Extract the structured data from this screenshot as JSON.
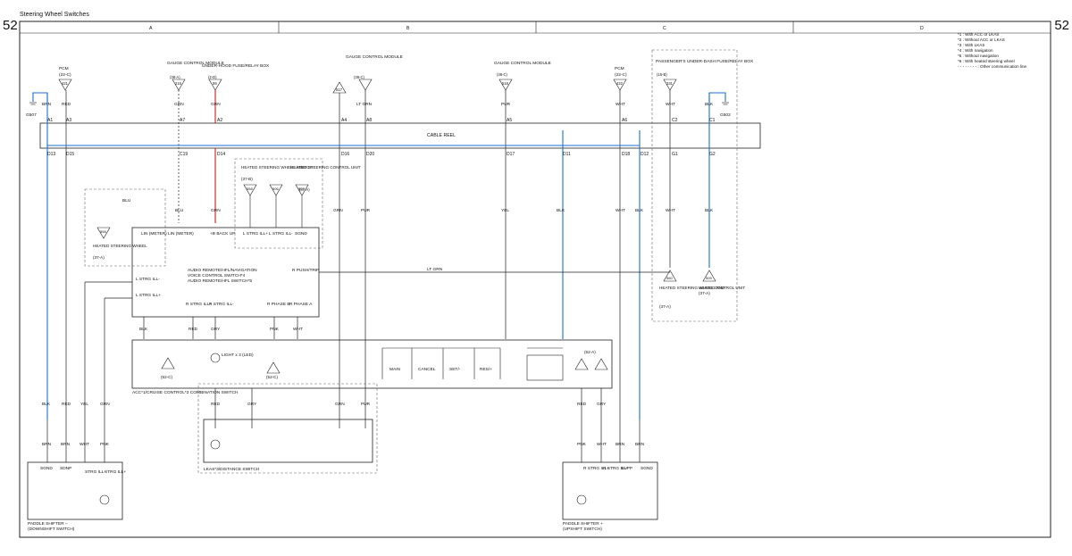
{
  "header": {
    "title": "Steering Wheel Switches",
    "page_left": "52",
    "page_right": "52"
  },
  "columns": [
    "A",
    "B",
    "C",
    "D"
  ],
  "notes": [
    "*1 : With ACC or LKAS",
    "*2 : Without ACC or LKAS",
    "*3 : With LKAS",
    "*4 : With navigation",
    "*5 : Without navigation",
    "*6 : With heated steering wheel",
    "- - - - - - - - : Other communication line"
  ],
  "top_components": [
    {
      "name": "PCM",
      "conn": "(22-C)",
      "pin": "421"
    },
    {
      "name": "GAUGE CONTROL MODULE",
      "conn": "(38-A)",
      "pin": "215"
    },
    {
      "name": "UNDER-HOOD FUSE/RELAY BOX",
      "conn": "(2-D)",
      "pin": "59"
    },
    {
      "name": "GAUGE CONTROL MODULE",
      "conn": "(38-C)",
      "pin": "517"
    },
    {
      "name": "GAUGE CONTROL MODULE",
      "conn": "(38-C)",
      "pin": "516"
    },
    {
      "name": "PCM",
      "conn": "(22-C)",
      "pin": "422"
    },
    {
      "name": "PASSENGER'S UNDER-DASH FUSE/RELAY BOX",
      "conn": "(15-B)",
      "pin": "331"
    }
  ],
  "grounds": {
    "left": "G507",
    "right": "G502"
  },
  "cable_reel": "CABLE REEL",
  "top_wires": {
    "brn": "BRN",
    "red": "RED",
    "grn": "GRN",
    "ltgrn": "LT GRN",
    "pur": "PUR",
    "wht": "WHT",
    "blk": "BLK",
    "yel": "YEL",
    "blu": "BLU",
    "gry": "GRY",
    "pnk": "PNK"
  },
  "reel_top_pins": [
    "A1",
    "A3",
    "A7",
    "A2",
    "A4",
    "A8",
    "A5",
    "A6",
    "C2",
    "C1"
  ],
  "reel_bottom_pins": [
    "D13",
    "D15",
    "C19",
    "D14",
    "D16",
    "D20",
    "D17",
    "D11",
    "D18",
    "D12",
    "G1",
    "G2"
  ],
  "heated_switch": {
    "title": "HEATED STEERING WHEEL SWITCH",
    "conn": "(37-B)",
    "pin": "558"
  },
  "heated_unit": {
    "title": "HEATED STEERING CONTROL UNIT",
    "conn": "(37-A)",
    "pin_a": "506",
    "pin_b": "507"
  },
  "heated_wheel": {
    "title": "HEATED STEERING WHEEL",
    "conn": "(37-A)",
    "pin": "558"
  },
  "audio_switch": {
    "title_1": "AUDIO REMOTE/HFL/NAVIGATION",
    "title_2": "VOICE CONTROL SWITCH*4",
    "title_3": "AUDIO REMOTE/HFL SWITCH*5",
    "lin1": "LIN (METER)",
    "lin2": "LIN (METER)",
    "backup": "+B BACK UP",
    "strg_ill_plus": "L STRG ILL+",
    "strg_ill_minus": "L STRG ILL-",
    "sgnd": "SGND",
    "r_push": "R PUSH/TRIP",
    "l_strg_ill_m": "L STRG ILL-",
    "l_strg_ill_p": "L STRG ILL+",
    "r_strg_ill_p": "R STRG ILL+",
    "r_strg_ill_m": "R STRG ILL-",
    "phase_b": "R PHASE B",
    "phase_a": "R PHASE A"
  },
  "combo_switch": {
    "title": "ACC*1/CRUISE CONTROL*2 COMBINATION SWITCH",
    "light": "LIGHT x 3 (LED)",
    "main": "MAIN",
    "cancel": "CANCEL",
    "set": "SET/-",
    "res": "RES/+",
    "conn_a": "(52-C)",
    "conn_b": "(52-C)",
    "conn_c": "(52-A)"
  },
  "lkas_switch": {
    "title": "LKAS*3/DISTANCE SWITCH"
  },
  "paddle_down": {
    "title_1": "PADDLE SHIFTER –",
    "title_2": "(DOWNSHIFT SWITCH)",
    "sgnd": "SGND",
    "sdnp": "SDNP",
    "ill_m": "STRG ILL-",
    "ill_p": "STRG ILL+"
  },
  "paddle_up": {
    "title_1": "PADDLE SHIFTER +",
    "title_2": "(UPSHIFT SWITCH)",
    "ill_p": "R STRG ILL+",
    "ill_m": "R STRG ILL-",
    "supp": "SUPP",
    "sgnd": "SGND"
  },
  "heated_pad": {
    "title": "HEATED PAD",
    "conn": "(37-A)",
    "pin": "509"
  },
  "heated_wheel_unit": {
    "title": "HEATED STEERING WHEEL CONTROL UNIT",
    "conn": "(37-A)",
    "pin": "560"
  },
  "colors": {
    "red": "#d81a1a",
    "blue": "#1b6fd6",
    "line": "#222222"
  }
}
